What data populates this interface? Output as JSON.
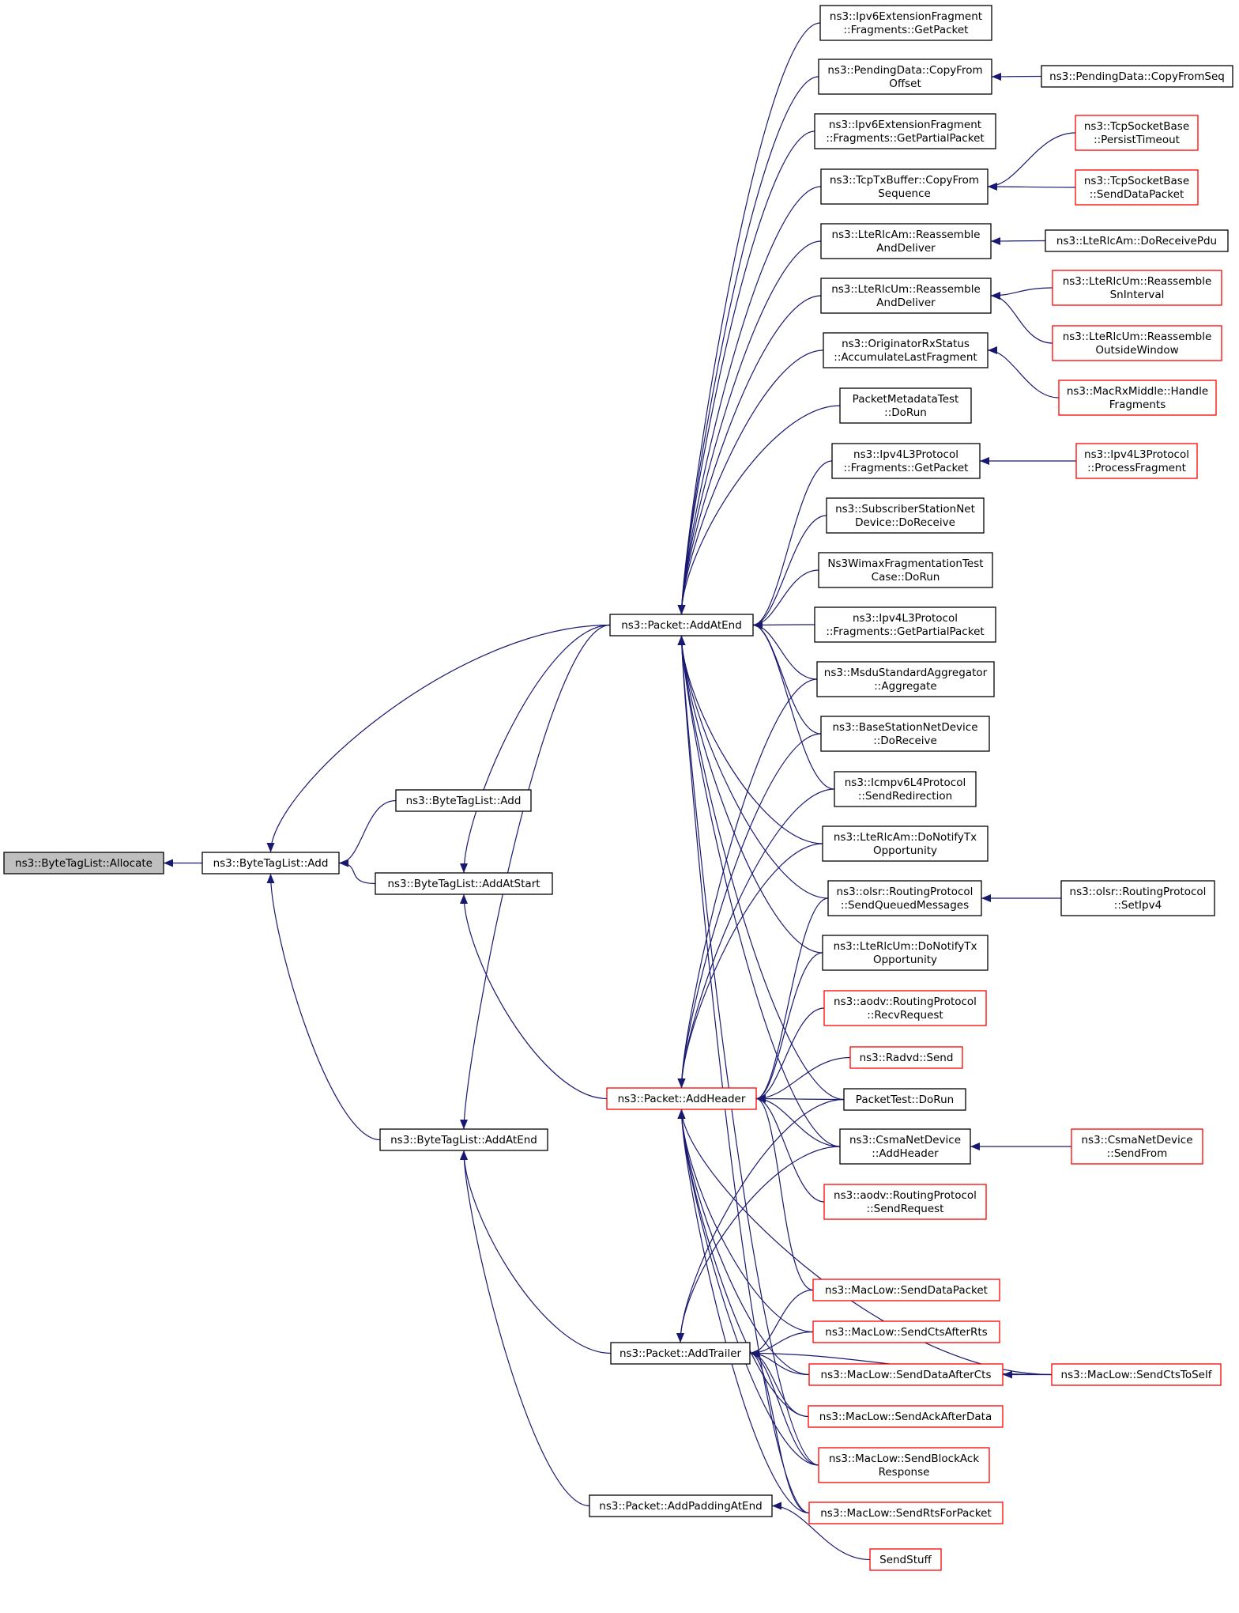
{
  "colors": {
    "edge": "#191970",
    "normal_border": "#000000",
    "truncated_border": "#ff0000",
    "root_fill": "#bfbfbf",
    "node_fill": "#ffffff"
  },
  "nodes": [
    {
      "id": "allocate",
      "lines": [
        "ns3::ByteTagList::Allocate"
      ],
      "style": "root"
    },
    {
      "id": "add1",
      "lines": [
        "ns3::ByteTagList::Add"
      ],
      "style": "normal"
    },
    {
      "id": "add2",
      "lines": [
        "ns3::ByteTagList::Add"
      ],
      "style": "normal"
    },
    {
      "id": "addAtStart",
      "lines": [
        "ns3::ByteTagList::AddAtStart"
      ],
      "style": "normal"
    },
    {
      "id": "btlAddAtEnd",
      "lines": [
        "ns3::ByteTagList::AddAtEnd"
      ],
      "style": "normal"
    },
    {
      "id": "pAddAtEnd",
      "lines": [
        "ns3::Packet::AddAtEnd"
      ],
      "style": "normal"
    },
    {
      "id": "pAddHeader",
      "lines": [
        "ns3::Packet::AddHeader"
      ],
      "style": "truncated"
    },
    {
      "id": "pAddTrailer",
      "lines": [
        "ns3::Packet::AddTrailer"
      ],
      "style": "normal"
    },
    {
      "id": "pAddPadding",
      "lines": [
        "ns3::Packet::AddPaddingAtEnd"
      ],
      "style": "normal"
    },
    {
      "id": "ipv6GetPacket",
      "lines": [
        "ns3::Ipv6ExtensionFragment",
        "::Fragments::GetPacket"
      ],
      "style": "normal"
    },
    {
      "id": "pdCopyFromOffset",
      "lines": [
        "ns3::PendingData::CopyFrom",
        "Offset"
      ],
      "style": "normal"
    },
    {
      "id": "pdCopyFromSeq",
      "lines": [
        "ns3::PendingData::CopyFromSeq"
      ],
      "style": "normal"
    },
    {
      "id": "ipv6GetPartial",
      "lines": [
        "ns3::Ipv6ExtensionFragment",
        "::Fragments::GetPartialPacket"
      ],
      "style": "normal"
    },
    {
      "id": "tcpPersist",
      "lines": [
        "ns3::TcpSocketBase",
        "::PersistTimeout"
      ],
      "style": "truncated"
    },
    {
      "id": "tcpTxCopy",
      "lines": [
        "ns3::TcpTxBuffer::CopyFrom",
        "Sequence"
      ],
      "style": "normal"
    },
    {
      "id": "tcpSendData",
      "lines": [
        "ns3::TcpSocketBase",
        "::SendDataPacket"
      ],
      "style": "truncated"
    },
    {
      "id": "rlcAmReassemble",
      "lines": [
        "ns3::LteRlcAm::Reassemble",
        "AndDeliver"
      ],
      "style": "normal"
    },
    {
      "id": "rlcAmDoReceive",
      "lines": [
        "ns3::LteRlcAm::DoReceivePdu"
      ],
      "style": "normal"
    },
    {
      "id": "rlcUmReassemble",
      "lines": [
        "ns3::LteRlcUm::Reassemble",
        "AndDeliver"
      ],
      "style": "normal"
    },
    {
      "id": "rlcUmSn",
      "lines": [
        "ns3::LteRlcUm::Reassemble",
        "SnInterval"
      ],
      "style": "truncated"
    },
    {
      "id": "rlcUmOutside",
      "lines": [
        "ns3::LteRlcUm::Reassemble",
        "OutsideWindow"
      ],
      "style": "truncated"
    },
    {
      "id": "origAccumulate",
      "lines": [
        "ns3::OriginatorRxStatus",
        "::AccumulateLastFragment"
      ],
      "style": "normal"
    },
    {
      "id": "macRxHandle",
      "lines": [
        "ns3::MacRxMiddle::Handle",
        "Fragments"
      ],
      "style": "truncated"
    },
    {
      "id": "pmdTest",
      "lines": [
        "PacketMetadataTest",
        "::DoRun"
      ],
      "style": "normal"
    },
    {
      "id": "ipv4GetPacket",
      "lines": [
        "ns3::Ipv4L3Protocol",
        "::Fragments::GetPacket"
      ],
      "style": "normal"
    },
    {
      "id": "ipv4Process",
      "lines": [
        "ns3::Ipv4L3Protocol",
        "::ProcessFragment"
      ],
      "style": "truncated"
    },
    {
      "id": "ssDoReceive",
      "lines": [
        "ns3::SubscriberStationNet",
        "Device::DoReceive"
      ],
      "style": "normal"
    },
    {
      "id": "wimaxTest",
      "lines": [
        "Ns3WimaxFragmentationTest",
        "Case::DoRun"
      ],
      "style": "normal"
    },
    {
      "id": "ipv4GetPartial",
      "lines": [
        "ns3::Ipv4L3Protocol",
        "::Fragments::GetPartialPacket"
      ],
      "style": "normal"
    },
    {
      "id": "msduAggregate",
      "lines": [
        "ns3::MsduStandardAggregator",
        "::Aggregate"
      ],
      "style": "normal"
    },
    {
      "id": "bsDoReceive",
      "lines": [
        "ns3::BaseStationNetDevice",
        "::DoReceive"
      ],
      "style": "normal"
    },
    {
      "id": "icmpv6Redirect",
      "lines": [
        "ns3::Icmpv6L4Protocol",
        "::SendRedirection"
      ],
      "style": "normal"
    },
    {
      "id": "rlcAmNotify",
      "lines": [
        "ns3::LteRlcAm::DoNotifyTx",
        "Opportunity"
      ],
      "style": "normal"
    },
    {
      "id": "olsrQueued",
      "lines": [
        "ns3::olsr::RoutingProtocol",
        "::SendQueuedMessages"
      ],
      "style": "normal"
    },
    {
      "id": "olsrSetIpv4",
      "lines": [
        "ns3::olsr::RoutingProtocol",
        "::SetIpv4"
      ],
      "style": "normal"
    },
    {
      "id": "rlcUmNotify",
      "lines": [
        "ns3::LteRlcUm::DoNotifyTx",
        "Opportunity"
      ],
      "style": "normal"
    },
    {
      "id": "aodvRecv",
      "lines": [
        "ns3::aodv::RoutingProtocol",
        "::RecvRequest"
      ],
      "style": "truncated"
    },
    {
      "id": "radvdSend",
      "lines": [
        "ns3::Radvd::Send"
      ],
      "style": "truncated"
    },
    {
      "id": "packetTest",
      "lines": [
        "PacketTest::DoRun"
      ],
      "style": "normal"
    },
    {
      "id": "csmaAddHeader",
      "lines": [
        "ns3::CsmaNetDevice",
        "::AddHeader"
      ],
      "style": "normal"
    },
    {
      "id": "csmaSendFrom",
      "lines": [
        "ns3::CsmaNetDevice",
        "::SendFrom"
      ],
      "style": "truncated"
    },
    {
      "id": "aodvSendReq",
      "lines": [
        "ns3::aodv::RoutingProtocol",
        "::SendRequest"
      ],
      "style": "truncated"
    },
    {
      "id": "macSendData",
      "lines": [
        "ns3::MacLow::SendDataPacket"
      ],
      "style": "truncated"
    },
    {
      "id": "macCtsAfterRts",
      "lines": [
        "ns3::MacLow::SendCtsAfterRts"
      ],
      "style": "truncated"
    },
    {
      "id": "macDataAfterCts",
      "lines": [
        "ns3::MacLow::SendDataAfterCts"
      ],
      "style": "truncated"
    },
    {
      "id": "macCtsToSelf",
      "lines": [
        "ns3::MacLow::SendCtsToSelf"
      ],
      "style": "truncated"
    },
    {
      "id": "macAckAfterData",
      "lines": [
        "ns3::MacLow::SendAckAfterData"
      ],
      "style": "truncated"
    },
    {
      "id": "macBlockAck",
      "lines": [
        "ns3::MacLow::SendBlockAck",
        "Response"
      ],
      "style": "truncated"
    },
    {
      "id": "macRts",
      "lines": [
        "ns3::MacLow::SendRtsForPacket"
      ],
      "style": "truncated"
    },
    {
      "id": "sendStuff",
      "lines": [
        "SendStuff"
      ],
      "style": "truncated"
    }
  ],
  "edges": [
    [
      "add1",
      "allocate"
    ],
    [
      "add2",
      "add1"
    ],
    [
      "addAtStart",
      "add1"
    ],
    [
      "btlAddAtEnd",
      "add1"
    ],
    [
      "pAddAtEnd",
      "add1"
    ],
    [
      "pAddAtEnd",
      "addAtStart"
    ],
    [
      "pAddHeader",
      "addAtStart"
    ],
    [
      "pAddAtEnd",
      "btlAddAtEnd"
    ],
    [
      "pAddTrailer",
      "btlAddAtEnd"
    ],
    [
      "pAddPadding",
      "btlAddAtEnd"
    ],
    [
      "ipv6GetPacket",
      "pAddAtEnd"
    ],
    [
      "pdCopyFromOffset",
      "pAddAtEnd"
    ],
    [
      "ipv6GetPartial",
      "pAddAtEnd"
    ],
    [
      "tcpTxCopy",
      "pAddAtEnd"
    ],
    [
      "rlcAmReassemble",
      "pAddAtEnd"
    ],
    [
      "rlcUmReassemble",
      "pAddAtEnd"
    ],
    [
      "origAccumulate",
      "pAddAtEnd"
    ],
    [
      "pmdTest",
      "pAddAtEnd"
    ],
    [
      "ipv4GetPacket",
      "pAddAtEnd"
    ],
    [
      "ssDoReceive",
      "pAddAtEnd"
    ],
    [
      "wimaxTest",
      "pAddAtEnd"
    ],
    [
      "ipv4GetPartial",
      "pAddAtEnd"
    ],
    [
      "msduAggregate",
      "pAddAtEnd"
    ],
    [
      "bsDoReceive",
      "pAddAtEnd"
    ],
    [
      "icmpv6Redirect",
      "pAddAtEnd"
    ],
    [
      "rlcAmNotify",
      "pAddAtEnd"
    ],
    [
      "olsrQueued",
      "pAddAtEnd"
    ],
    [
      "rlcUmNotify",
      "pAddAtEnd"
    ],
    [
      "packetTest",
      "pAddAtEnd"
    ],
    [
      "csmaAddHeader",
      "pAddAtEnd"
    ],
    [
      "macBlockAck",
      "pAddAtEnd"
    ],
    [
      "macRts",
      "pAddAtEnd"
    ],
    [
      "pdCopyFromSeq",
      "pdCopyFromOffset"
    ],
    [
      "tcpPersist",
      "tcpTxCopy"
    ],
    [
      "tcpSendData",
      "tcpTxCopy"
    ],
    [
      "rlcAmDoReceive",
      "rlcAmReassemble"
    ],
    [
      "rlcUmSn",
      "rlcUmReassemble"
    ],
    [
      "rlcUmOutside",
      "rlcUmReassemble"
    ],
    [
      "macRxHandle",
      "origAccumulate"
    ],
    [
      "ipv4Process",
      "ipv4GetPacket"
    ],
    [
      "olsrSetIpv4",
      "olsrQueued"
    ],
    [
      "csmaSendFrom",
      "csmaAddHeader"
    ],
    [
      "macCtsToSelf",
      "macDataAfterCts"
    ],
    [
      "msduAggregate",
      "pAddHeader"
    ],
    [
      "bsDoReceive",
      "pAddHeader"
    ],
    [
      "icmpv6Redirect",
      "pAddHeader"
    ],
    [
      "rlcAmNotify",
      "pAddHeader"
    ],
    [
      "olsrQueued",
      "pAddHeader"
    ],
    [
      "rlcUmNotify",
      "pAddHeader"
    ],
    [
      "aodvRecv",
      "pAddHeader"
    ],
    [
      "radvdSend",
      "pAddHeader"
    ],
    [
      "packetTest",
      "pAddHeader"
    ],
    [
      "csmaAddHeader",
      "pAddHeader"
    ],
    [
      "aodvSendReq",
      "pAddHeader"
    ],
    [
      "macSendData",
      "pAddHeader"
    ],
    [
      "macCtsAfterRts",
      "pAddHeader"
    ],
    [
      "macDataAfterCts",
      "pAddHeader"
    ],
    [
      "macCtsToSelf",
      "pAddHeader"
    ],
    [
      "macAckAfterData",
      "pAddHeader"
    ],
    [
      "macBlockAck",
      "pAddHeader"
    ],
    [
      "macRts",
      "pAddHeader"
    ],
    [
      "packetTest",
      "pAddTrailer"
    ],
    [
      "csmaAddHeader",
      "pAddTrailer"
    ],
    [
      "macSendData",
      "pAddTrailer"
    ],
    [
      "macCtsAfterRts",
      "pAddTrailer"
    ],
    [
      "macDataAfterCts",
      "pAddTrailer"
    ],
    [
      "macAckAfterData",
      "pAddTrailer"
    ],
    [
      "macBlockAck",
      "pAddTrailer"
    ],
    [
      "macRts",
      "pAddTrailer"
    ],
    [
      "macCtsToSelf",
      "pAddTrailer"
    ],
    [
      "sendStuff",
      "pAddPadding"
    ]
  ]
}
